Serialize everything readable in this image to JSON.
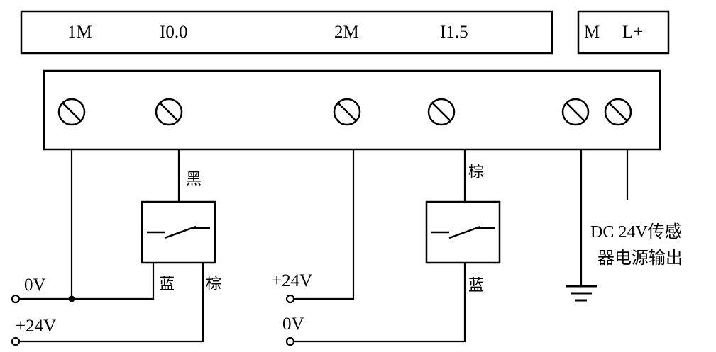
{
  "header": {
    "left_labels": [
      "1M",
      "I0.0",
      "2M",
      "I1.5"
    ],
    "right_labels": [
      "M",
      "L+"
    ]
  },
  "wires": {
    "black": "黑",
    "brown": "棕",
    "blue": "蓝"
  },
  "supply": {
    "zero_v": "0V",
    "plus_24v": "+24V"
  },
  "annotation": {
    "line1": "DC 24V传感",
    "line2": "器电源输出"
  },
  "colors": {
    "line": "#000000",
    "background": "#ffffff"
  }
}
